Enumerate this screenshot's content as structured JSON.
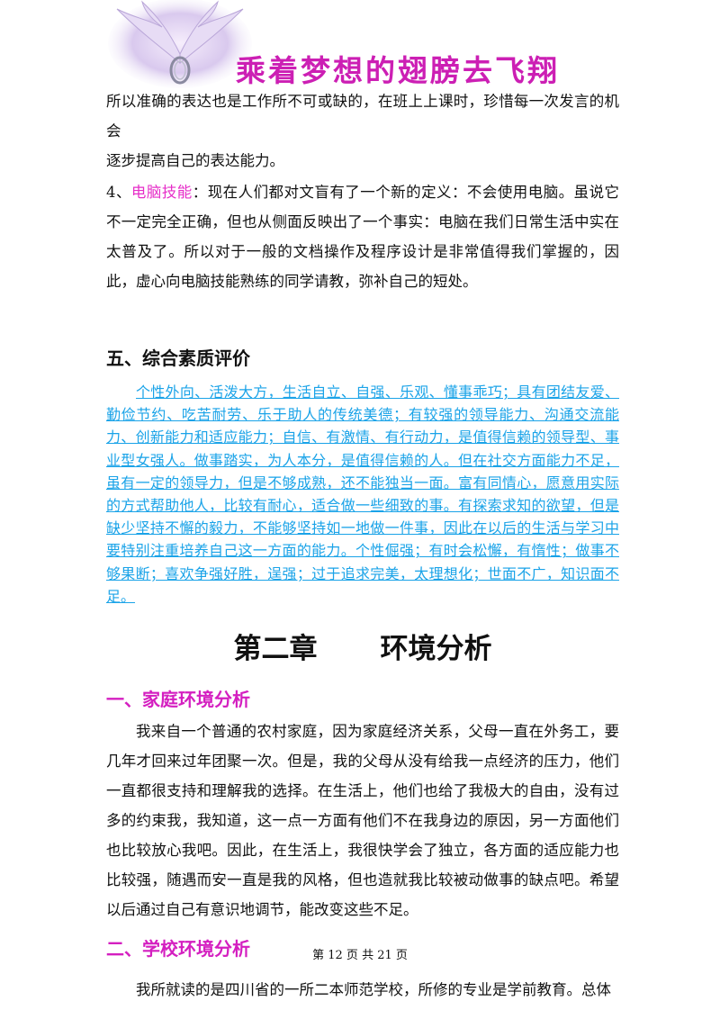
{
  "header": {
    "title": "乘着梦想的翅膀去飞翔"
  },
  "top_paragraph": {
    "line1": "所以准确的表达也是工作所不可或缺的，在班上上课时，珍惜每一次发言的机会",
    "line2": "逐步提高自己的表达能力。"
  },
  "computer_skill": {
    "prefix": "4、",
    "label": "电脑技能",
    "text": "：现在人们都对文盲有了一个新的定义：不会使用电脑。虽说它不一定完全正确，但也从侧面反映出了一个事实：电脑在我们日常生活中实在太普及了。所以对于一般的文档操作及程序设计是非常值得我们掌握的，因此，虚心向电脑技能熟练的同学请教，弥补自己的短处。"
  },
  "section5": {
    "heading": "五、综合素质评价",
    "body": "个性外向、活泼大方，生活自立、自强、乐观、懂事乖巧；具有团结友爱、勤俭节约、吃苦耐劳、乐于助人的传统美德；有较强的领导能力、沟通交流能力、创新能力和适应能力；自信、有激情、有行动力，是值得信赖的领导型、事业型女强人。做事踏实，为人本分，是值得信赖的人。但在社交方面能力不足，虽有一定的领导力，但是不够成熟，还不能独当一面。富有同情心，愿意用实际的方式帮助他人，比较有耐心，适合做一些细致的事。有探索求知的欲望，但是缺少坚持不懈的毅力，不能够坚持如一地做一件事，因此在以后的生活与学习中要特别注重培养自己这一方面的能力。个性倔强；有时会松懈，有惰性；做事不够果断；喜欢争强好胜，逞强；过于追求完美，太理想化；世面不广，知识面不足。"
  },
  "chapter2": {
    "part1": "第二章",
    "part2": "环境分析"
  },
  "family": {
    "heading": "一、家庭环境分析",
    "body": "我来自一个普通的农村家庭，因为家庭经济关系，父母一直在外务工，要几年才回来过年团聚一次。但是，我的父母从没有给我一点经济的压力，他们一直都很支持和理解我的选择。在生活上，他们也给了我极大的自由，没有过多的约束我，我知道，这一点一方面有他们不在我身边的原因，另一方面他们也比较放心我吧。因此，在生活上，我很快学会了独立，各方面的适应能力也比较强，随遇而安一直是我的风格，但也造就我比较被动做事的缺点吧。希望以后通过自己有意识地调节，能改变这些不足。"
  },
  "school": {
    "heading": "二、学校环境分析",
    "body": "我所就读的是四川省的一所二本师范学校，所修的专业是学前教育。总体"
  },
  "footer": {
    "page": "第 12 页 共 21 页"
  },
  "colors": {
    "title_pink": "#cc1fb4",
    "highlight_pink": "#e62ec8",
    "link_blue": "#1aa3e8"
  },
  "icons": {
    "header_art": "angel-wings-icon"
  }
}
